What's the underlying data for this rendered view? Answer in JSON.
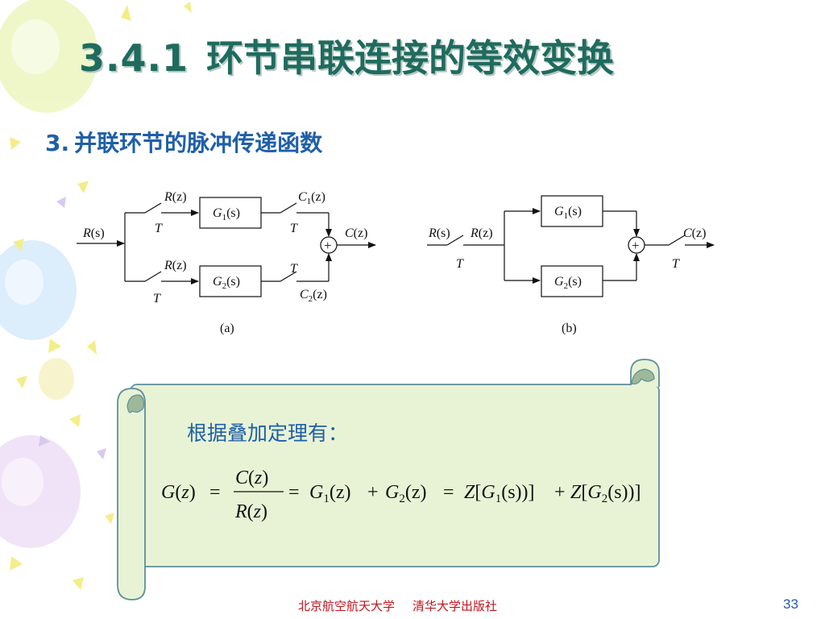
{
  "slide": {
    "title_number": "3.4.1",
    "title_text": "环节串联连接的等效变换",
    "subtitle_number": "3.",
    "subtitle_text": "并联环节的脉冲传递函数",
    "page_number": "33"
  },
  "footer": {
    "university": "北京航空航天大学",
    "publisher": "清华大学出版社"
  },
  "diagram_a": {
    "caption": "(a)",
    "input_R": "R",
    "input_arg": "(s)",
    "top_sample_R": "R",
    "top_sample_arg": "(z)",
    "top_sampler": "T",
    "block1_G": "G",
    "block1_sub": "1",
    "block1_arg": "(s)",
    "top_out_C": "C",
    "top_out_sub": "1",
    "top_out_arg": "(z)",
    "top_out_sampler": "T",
    "output_C": "C",
    "output_arg": "(z)",
    "sum_sign": "+",
    "bot_sample_R": "R",
    "bot_sample_arg": "(z)",
    "bot_sampler": "T",
    "block2_G": "G",
    "block2_sub": "2",
    "block2_arg": "(s)",
    "bot_out_sampler": "T",
    "bot_out_C": "C",
    "bot_out_sub": "2",
    "bot_out_arg": "(z)"
  },
  "diagram_b": {
    "caption": "(b)",
    "input_R": "R",
    "input_arg": "(s)",
    "sample_R": "R",
    "sample_arg": "(z)",
    "in_sampler": "T",
    "block1_G": "G",
    "block1_sub": "1",
    "block1_arg": "(s)",
    "block2_G": "G",
    "block2_sub": "2",
    "block2_arg": "(s)",
    "sum_sign": "+",
    "output_C": "C",
    "output_arg": "(z)",
    "out_sampler": "T"
  },
  "scroll": {
    "lead_text": "根据叠加定理有：",
    "eq": {
      "G": "G",
      "z_open": "(",
      "z": "z",
      "z_close": ")",
      "eq": "=",
      "num_C": "C",
      "num_open": "(",
      "num_z": "z",
      "num_close": ")",
      "den_R": "R",
      "den_open": "(",
      "den_z": "z",
      "den_close": ")",
      "eq2": "=",
      "G1": "G",
      "G1_sub": "1",
      "G1_arg": "(z)",
      "plus1": "+",
      "G2": "G",
      "G2_sub": "2",
      "G2_arg": "(z)",
      "eq3": "=",
      "Z1": "Z",
      "Z1_open": "[",
      "ZG1": "G",
      "ZG1_sub": "1",
      "ZG1_arg": "(s)",
      "Z1_close": ")]",
      "plus2": "+",
      "Z2": "Z",
      "Z2_open": "[",
      "ZG2": "G",
      "ZG2_sub": "2",
      "ZG2_arg": "(s)",
      "Z2_close": ")]"
    }
  },
  "colors": {
    "title": "#1f6b5e",
    "subtitle": "#1f5fa8",
    "scroll_fill": "#e8f3d6",
    "scroll_border": "#5f8f9a",
    "footer": "#c0161e",
    "page_number": "#2b5aa0"
  }
}
